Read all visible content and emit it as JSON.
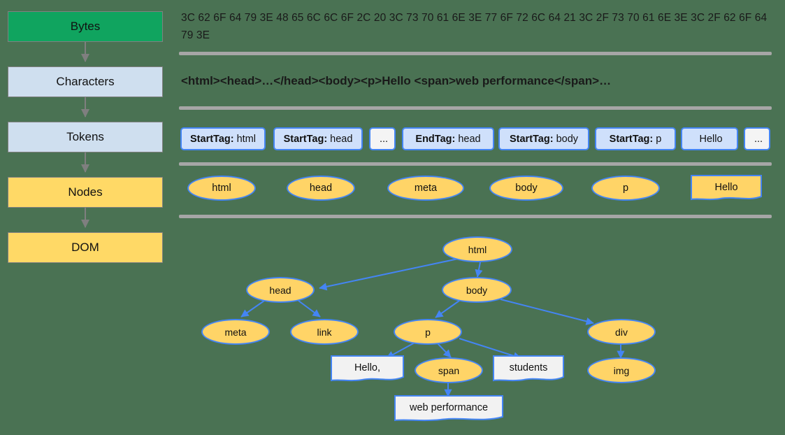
{
  "background_color": "#4a7253",
  "accent_colors": {
    "bytes_green": "#10a45f",
    "stage_blue": "#cfdfef",
    "stage_yellow": "#ffd966",
    "node_border_blue": "#4485f4",
    "node_fill_yellow": "#ffd467",
    "token_fill_blue": "#cfe0fb",
    "text_node_fill": "#f4f4f4",
    "separator_gray": "#a6a6a6",
    "pipeline_arrow_gray": "#7f7f7f"
  },
  "pipeline": {
    "stages": [
      {
        "label": "Bytes",
        "style": "green"
      },
      {
        "label": "Characters",
        "style": "blue"
      },
      {
        "label": "Tokens",
        "style": "blue"
      },
      {
        "label": "Nodes",
        "style": "yellow"
      },
      {
        "label": "DOM",
        "style": "yellow"
      }
    ]
  },
  "bytes_row": {
    "hex": "3C 62 6F 64 79 3E 48 65 6C 6C 6F 2C 20 3C 73 70 61 6E 3E 77 6F 72 6C 64 21 3C 2F 73 70 61 6E 3E 3C 2F 62 6F 64 79 3E"
  },
  "characters_row": {
    "markup": "<html><head>…</head><body><p>Hello <span>web performance</span>…"
  },
  "tokens_row": {
    "tokens": [
      {
        "kind": "StartTag:",
        "value": "html",
        "style": "light"
      },
      {
        "kind": "StartTag:",
        "value": "head",
        "style": "light"
      },
      {
        "kind": "",
        "value": "...",
        "style": "plain"
      },
      {
        "kind": "EndTag:",
        "value": "head",
        "style": "light"
      },
      {
        "kind": "StartTag:",
        "value": "body",
        "style": "light"
      },
      {
        "kind": "StartTag:",
        "value": "p",
        "style": "light"
      },
      {
        "kind": "",
        "value": "Hello",
        "style": "light"
      },
      {
        "kind": "",
        "value": "...",
        "style": "plain"
      }
    ]
  },
  "nodes_row": {
    "nodes": [
      {
        "label": "html",
        "shape": "ellipse"
      },
      {
        "label": "head",
        "shape": "ellipse"
      },
      {
        "label": "meta",
        "shape": "ellipse"
      },
      {
        "label": "body",
        "shape": "ellipse"
      },
      {
        "label": "p",
        "shape": "ellipse"
      },
      {
        "label": "Hello",
        "shape": "note"
      }
    ]
  },
  "dom_tree": {
    "nodes": [
      {
        "id": "html",
        "label": "html",
        "shape": "ellipse"
      },
      {
        "id": "head",
        "label": "head",
        "shape": "ellipse"
      },
      {
        "id": "body",
        "label": "body",
        "shape": "ellipse"
      },
      {
        "id": "meta",
        "label": "meta",
        "shape": "ellipse"
      },
      {
        "id": "link",
        "label": "link",
        "shape": "ellipse"
      },
      {
        "id": "p",
        "label": "p",
        "shape": "ellipse"
      },
      {
        "id": "div",
        "label": "div",
        "shape": "ellipse"
      },
      {
        "id": "span",
        "label": "span",
        "shape": "ellipse"
      },
      {
        "id": "img",
        "label": "img",
        "shape": "ellipse"
      },
      {
        "id": "hello",
        "label": "Hello,",
        "shape": "note"
      },
      {
        "id": "students",
        "label": "students",
        "shape": "note"
      },
      {
        "id": "webperformance",
        "label": "web performance",
        "shape": "note"
      }
    ],
    "edges": [
      {
        "from": "html",
        "to": "head"
      },
      {
        "from": "html",
        "to": "body"
      },
      {
        "from": "head",
        "to": "meta"
      },
      {
        "from": "head",
        "to": "link"
      },
      {
        "from": "body",
        "to": "p"
      },
      {
        "from": "body",
        "to": "div"
      },
      {
        "from": "p",
        "to": "hello"
      },
      {
        "from": "p",
        "to": "span"
      },
      {
        "from": "p",
        "to": "students"
      },
      {
        "from": "div",
        "to": "img"
      },
      {
        "from": "span",
        "to": "webperformance"
      }
    ]
  }
}
